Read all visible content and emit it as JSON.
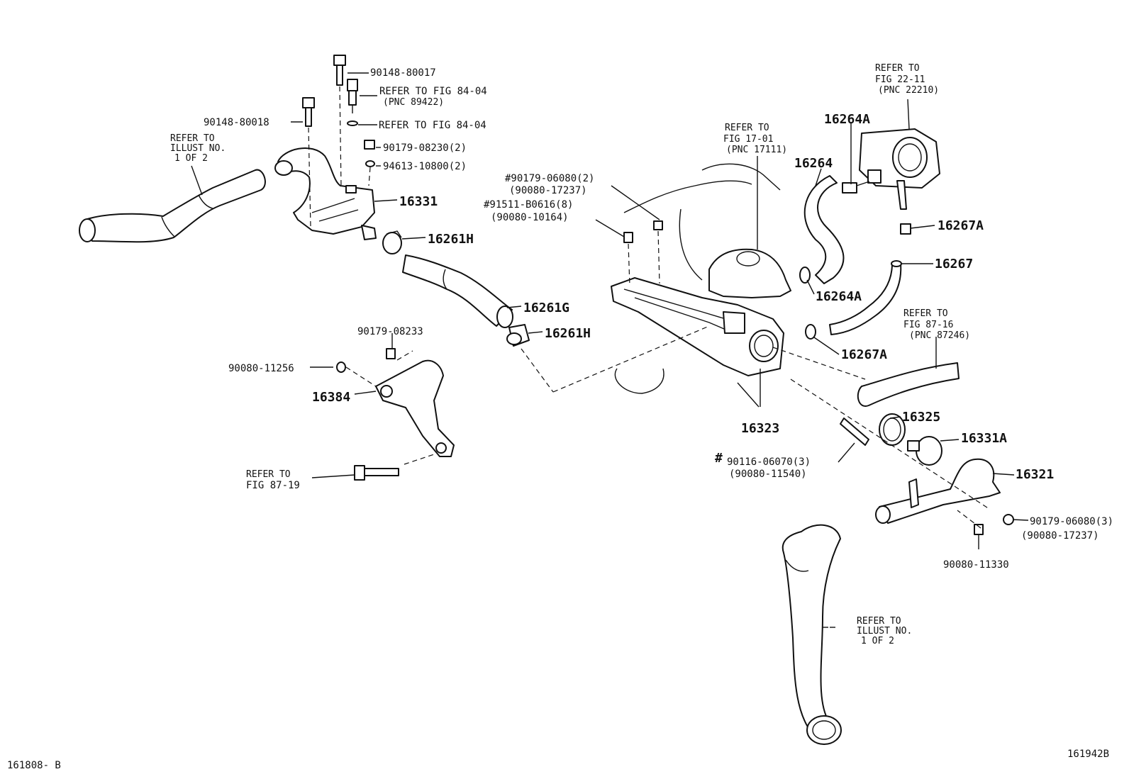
{
  "diagram": {
    "figure_id_left": "161808- B",
    "figure_id_right": "161942B",
    "references": {
      "illust_upper": [
        "REFER TO",
        "ILLUST NO.",
        "1 OF 2"
      ],
      "illust_lower": [
        "REFER TO",
        "ILLUST NO.",
        "1 OF 2"
      ],
      "fig_84_04_a": [
        "REFER TO FIG 84-04",
        "(PNC 89422)"
      ],
      "fig_84_04_b": "REFER TO FIG 84-04",
      "fig_22_11": [
        "REFER TO",
        "FIG 22-11",
        "(PNC 22210)"
      ],
      "fig_17_01": [
        "REFER TO",
        "FIG 17-01",
        "(PNC 17111)"
      ],
      "fig_87_16": [
        "REFER TO",
        "FIG 87-16",
        "(PNC 87246)"
      ],
      "fig_87_19": [
        "REFER TO",
        "FIG 87-19"
      ]
    },
    "parts": {
      "p90148_80017": "90148-80017",
      "p90148_80018": "90148-80018",
      "p90179_08230": "90179-08230(2)",
      "p94613_10800": "94613-10800(2)",
      "p16331": "16331",
      "p16261H_a": "16261H",
      "p16261G": "16261G",
      "p16261H_b": "16261H",
      "p90179_08233": "90179-08233",
      "p90080_11256": "90080-11256",
      "p16384": "16384",
      "p90179_06080_a": [
        "#90179-06080(2)",
        "(90080-17237)"
      ],
      "p91511_B0616": [
        "#91511-B0616(8)",
        "(90080-10164)"
      ],
      "p16264A_a": "16264A",
      "p16264": "16264",
      "p16264A_b": "16264A",
      "p16267A_a": "16267A",
      "p16267": "16267",
      "p16267A_b": "16267A",
      "p16323": "16323",
      "p16325": "16325",
      "p16331A": "16331A",
      "p16321": "16321",
      "p90116_06070": [
        "90116-06070(3)",
        "(90080-11540)"
      ],
      "p90116_hash": "#",
      "p90179_06080_b": [
        "90179-06080(3)",
        "(90080-17237)"
      ],
      "p90080_11330": "90080-11330"
    }
  }
}
